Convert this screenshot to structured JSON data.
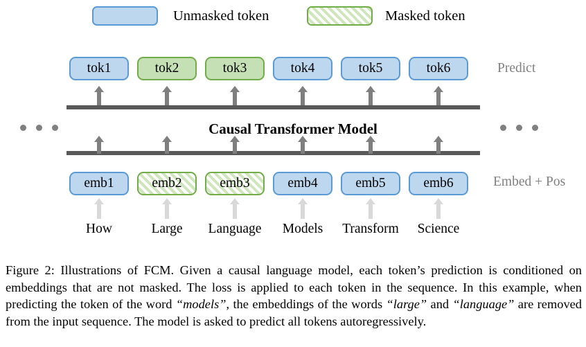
{
  "legend": {
    "unmasked": {
      "label": "Unmasked token",
      "swatch": "blue-rounded-rect",
      "fill": "#bdd7ee",
      "border": "#5b9bd5"
    },
    "masked": {
      "label": "Masked token",
      "swatch": "green-hatched-rounded-rect",
      "fill": "#cfe6bd",
      "border": "#70ad47"
    }
  },
  "diagram": {
    "center_title": "Causal Transformer Model",
    "side_labels": {
      "predict": "Predict",
      "embed": "Embed + Pos"
    },
    "ellipsis_left": "...",
    "ellipsis_right": "...",
    "top_row": [
      {
        "label": "tok1",
        "state": "unmasked"
      },
      {
        "label": "tok2",
        "state": "masked-solid"
      },
      {
        "label": "tok3",
        "state": "masked-solid"
      },
      {
        "label": "tok4",
        "state": "unmasked"
      },
      {
        "label": "tok5",
        "state": "unmasked"
      },
      {
        "label": "tok6",
        "state": "unmasked"
      }
    ],
    "bottom_row": [
      {
        "label": "emb1",
        "state": "unmasked"
      },
      {
        "label": "emb2",
        "state": "masked-hatched"
      },
      {
        "label": "emb3",
        "state": "masked-hatched"
      },
      {
        "label": "emb4",
        "state": "unmasked"
      },
      {
        "label": "emb5",
        "state": "unmasked"
      },
      {
        "label": "emb6",
        "state": "unmasked"
      }
    ],
    "words": [
      "How",
      "Large",
      "Language",
      "Models",
      "Transform",
      "Science"
    ],
    "colors": {
      "blue_fill": "#bdd7ee",
      "blue_border": "#5b9bd5",
      "green_fill": "#c5e0b4",
      "green_border": "#70ad47",
      "bar": "#595959",
      "arrow_dark": "#7f7f7f",
      "arrow_light": "#d9d9d9",
      "dots": "#808080",
      "side_label": "#808080"
    }
  },
  "caption": {
    "prefix": "Figure 2:",
    "part1": " Illustrations of FCM. Given a causal language model, each token’s prediction is conditioned on embeddings that are not masked. The loss is applied to each token in the sequence. In this example, when predicting the token of the word ",
    "em1": "“models”",
    "part2": ", the embeddings of the words ",
    "em2": "“large”",
    "part3": " and ",
    "em3": "“language”",
    "part4": " are removed from the input sequence. The model is asked to predict all tokens autoregressively."
  }
}
